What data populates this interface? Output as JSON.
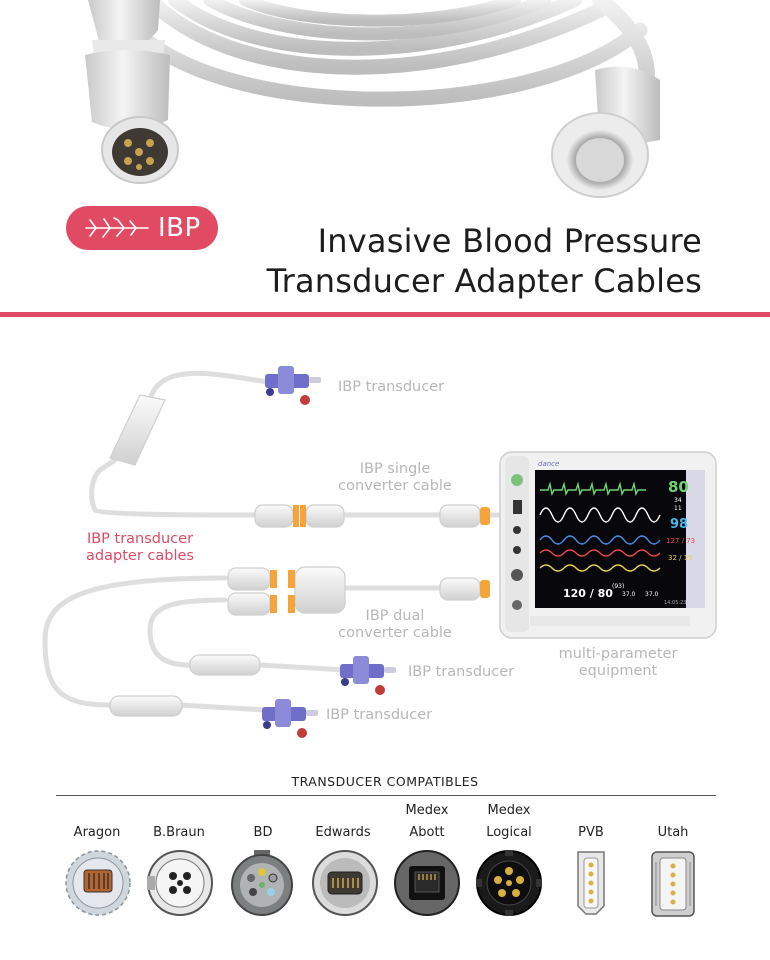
{
  "colors": {
    "accent": "#e04a63",
    "label_grey": "#b7b7b7",
    "cable": "#dcdcdc",
    "text_dark": "#1d1d1d"
  },
  "badge": {
    "text": "IBP",
    "icon": "blood-vessel-icon"
  },
  "title": {
    "line1": "Invasive Blood Pressure",
    "line2": "Transducer Adapter Cables"
  },
  "diagram": {
    "ibp_transducer_top": "IBP transducer",
    "single_converter": {
      "line1": "IBP single",
      "line2": "converter cable"
    },
    "adapter_cables": {
      "line1": "IBP transducer",
      "line2": "adapter cables"
    },
    "dual_converter": {
      "line1": "IBP dual",
      "line2": "converter cable"
    },
    "ibp_transducer_mid": "IBP transducer",
    "ibp_transducer_bottom": "IBP transducer",
    "equipment": {
      "line1": "multi-parameter",
      "line2": "equipment"
    },
    "monitor": {
      "brand": "dance",
      "hr": "80",
      "spo2": "98",
      "nibp": "120 / 80",
      "map": "(93)",
      "temp1": "37.0",
      "temp2": "37.0",
      "ibp1": "127 / 73",
      "ibp2": "32 / 15",
      "small1": "34",
      "small2": "11",
      "time": "14:05:23"
    }
  },
  "compatibles": {
    "heading": "TRANSDUCER COMPATIBLES",
    "items": [
      {
        "line1": "",
        "line2": "Aragon",
        "icon": "aragon-connector-icon"
      },
      {
        "line1": "",
        "line2": "B.Braun",
        "icon": "bbraun-connector-icon"
      },
      {
        "line1": "",
        "line2": "BD",
        "icon": "bd-connector-icon"
      },
      {
        "line1": "",
        "line2": "Edwards",
        "icon": "edwards-connector-icon"
      },
      {
        "line1": "Medex",
        "line2": "Abott",
        "icon": "medex-abott-connector-icon"
      },
      {
        "line1": "Medex",
        "line2": "Logical",
        "icon": "medex-logical-connector-icon"
      },
      {
        "line1": "",
        "line2": "PVB",
        "icon": "pvb-connector-icon"
      },
      {
        "line1": "",
        "line2": "Utah",
        "icon": "utah-connector-icon"
      }
    ]
  }
}
